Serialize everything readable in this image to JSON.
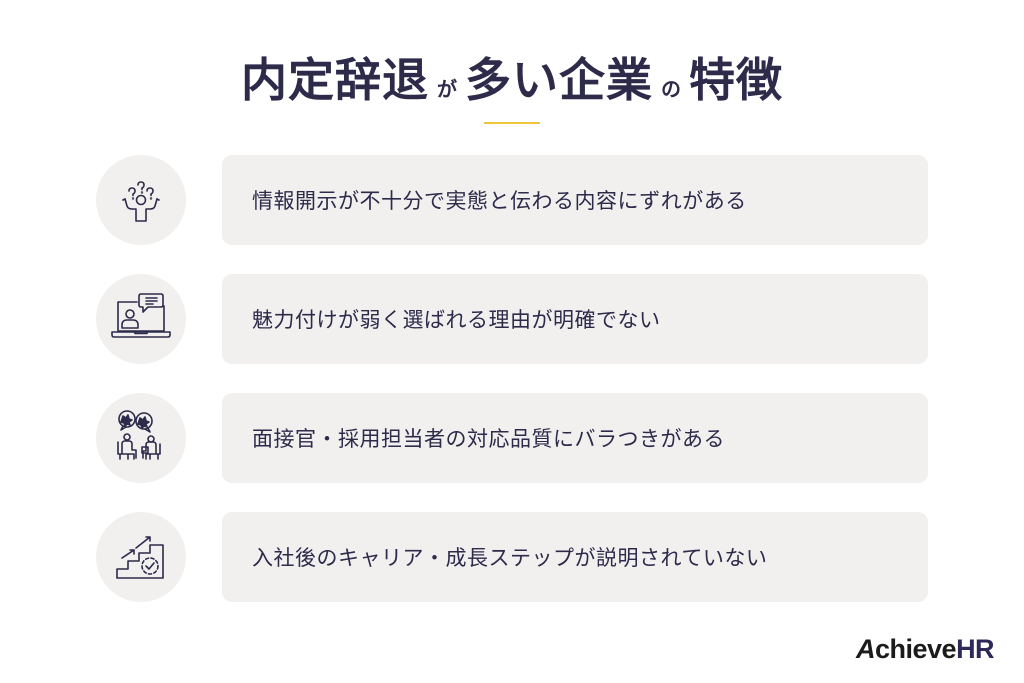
{
  "title": {
    "part1": "内定辞退",
    "particle1": "が",
    "part2": "多い企業",
    "particle2": "の",
    "part3": "特徴"
  },
  "colors": {
    "text": "#2d2a4a",
    "accent": "#f0c53c",
    "card_bg": "#f1f0ef"
  },
  "items": [
    {
      "icon": "confused-person-icon",
      "text": "情報開示が不十分で実態と伝わる内容にずれがある"
    },
    {
      "icon": "laptop-chat-icon",
      "text": "魅力付けが弱く選ばれる理由が明確でない"
    },
    {
      "icon": "interview-icon",
      "text": "面接官・採用担当者の対応品質にバラつきがある"
    },
    {
      "icon": "career-steps-icon",
      "text": "入社後のキャリア・成長ステップが説明されていない"
    }
  ],
  "logo": {
    "a": "A",
    "achieve": "chieve",
    "hr": "HR"
  }
}
